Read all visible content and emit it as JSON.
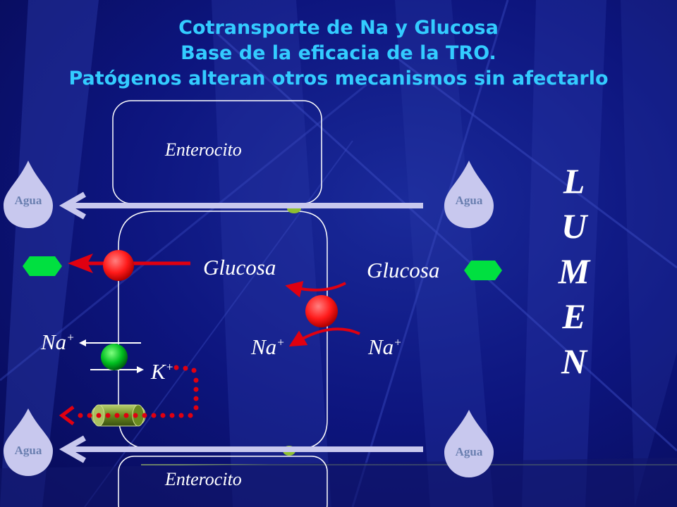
{
  "title": {
    "line1": "Cotransporte de Na y Glucosa",
    "line2": "Base de la eficacia de la TRO.",
    "line3": "Patógenos alteran otros mecanismos sin afectarlo"
  },
  "cells": {
    "top_label": "Enterocito",
    "bottom_label": "Enterocito"
  },
  "labels": {
    "glucosa_inner": "Glucosa",
    "glucosa_lumen": "Glucosa",
    "na_left": "Na",
    "na_mid": "Na",
    "na_right": "Na",
    "plus": "+",
    "k": "K",
    "k_plus": "+"
  },
  "lumen_letters": [
    "L",
    "U",
    "M",
    "E",
    "N"
  ],
  "agua": {
    "top_left": "Agua",
    "top_right": "Agua",
    "bottom_left": "Agua",
    "bottom_right": "Agua"
  },
  "colors": {
    "title": "#33ccff",
    "glucose": "#00e040",
    "transporter": "#ff2020",
    "pump": "#00c020",
    "arrow_red": "#e00010",
    "water_arrow": "#c8c8ee",
    "membrane": "#ffffff",
    "channel": "#6a8a20"
  }
}
